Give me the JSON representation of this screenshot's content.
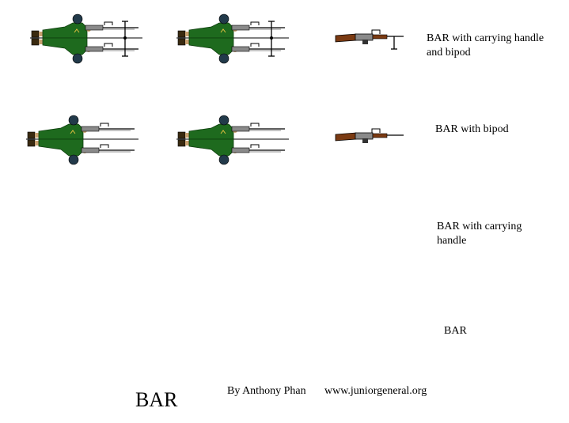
{
  "sheet": {
    "title": "BAR",
    "author": "By Anthony Phan",
    "website": "www.juniorgeneral.org"
  },
  "rows": [
    {
      "label_lines": [
        "BAR with carrying handle",
        "and bipod"
      ],
      "bipod": true,
      "handle": true
    },
    {
      "label_lines": [
        "BAR with bipod"
      ],
      "bipod": true,
      "handle": false
    },
    {
      "label_lines": [
        "BAR with carrying",
        "handle"
      ],
      "bipod": false,
      "handle": true
    },
    {
      "label_lines": [
        "BAR"
      ],
      "bipod": false,
      "handle": false
    }
  ],
  "colors": {
    "uniform": "#1e6a1e",
    "uniform_dark": "#0d3d0d",
    "helmet": "#223a4a",
    "skin": "#c8a070",
    "boot": "#3a2a10",
    "gun_metal": "#8a8a8a",
    "gun_dark": "#333333",
    "stock": "#7a3a12"
  },
  "icons": {
    "soldier": "prone-soldier-icon",
    "rifle": "bar-rifle-icon"
  }
}
